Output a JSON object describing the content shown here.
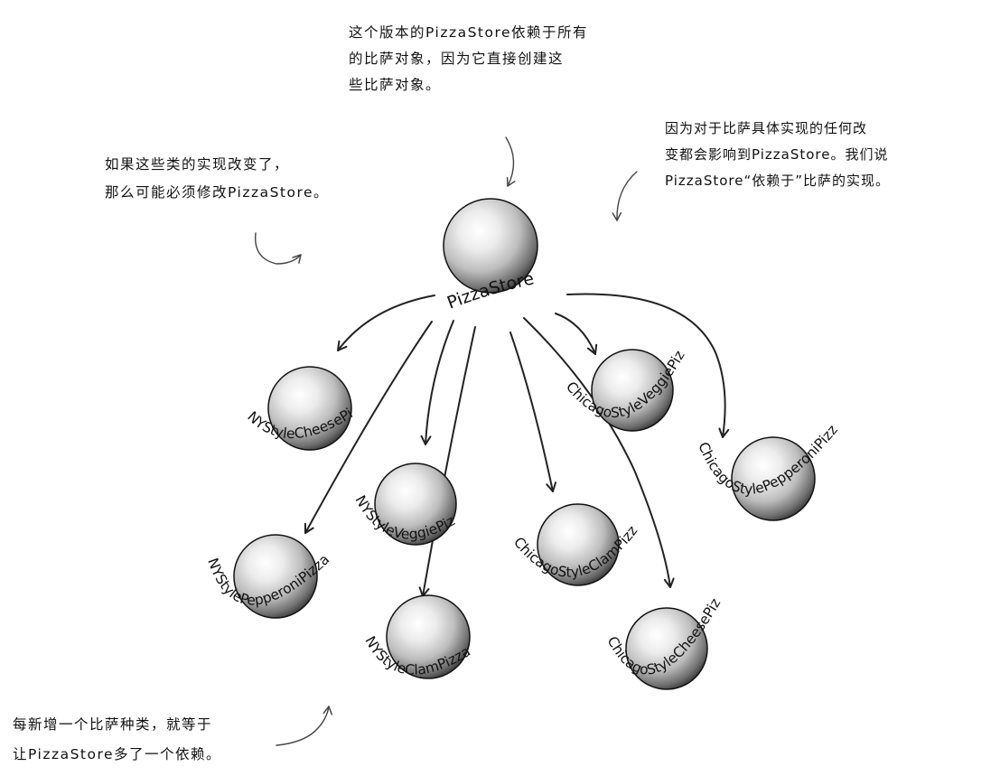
{
  "diagram": {
    "store_label": "PizzaStore",
    "pizzas": [
      {
        "id": "ny-cheese",
        "label": "NYStyleCheesePizza"
      },
      {
        "id": "ny-pepperoni",
        "label": "NYStylePepperoniPizza"
      },
      {
        "id": "ny-veggie",
        "label": "NYStyleVeggiePizza"
      },
      {
        "id": "ny-clam",
        "label": "NYStyleClamPizza"
      },
      {
        "id": "chicago-veggie",
        "label": "ChicagoStyleVeggiePizza"
      },
      {
        "id": "chicago-clam",
        "label": "ChicagoStyleClamPizza"
      },
      {
        "id": "chicago-pepperoni",
        "label": "ChicagoStylePepperoniPizza"
      },
      {
        "id": "chicago-cheese",
        "label": "ChicagoStyleCheesePizza"
      }
    ]
  },
  "notes": {
    "top": [
      "这个版本的PizzaStore依赖于所有",
      "的比萨对象，因为它直接创建这",
      "些比萨对象。"
    ],
    "left": [
      "如果这些类的实现改变了，",
      "那么可能必须修改PizzaStore。"
    ],
    "right": [
      "因为对于比萨具体实现的任何改",
      "变都会影响到PizzaStore。我们说",
      "PizzaStore“依赖于”比萨的实现。"
    ],
    "bottom": [
      "每新增一个比萨种类，就等于",
      "让PizzaStore多了一个依赖。"
    ]
  }
}
